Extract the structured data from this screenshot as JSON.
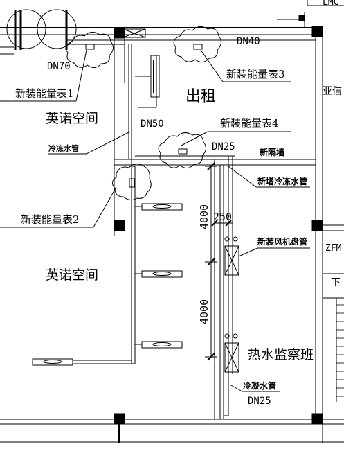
{
  "labels": {
    "lmc": "LMC",
    "dn70": "DN70",
    "dn40": "DN40",
    "dn50": "DN50",
    "dn25_top": "DN25",
    "dn25_bottom": "DN25",
    "meter1": "新装能量表1",
    "meter2": "新装能量表2",
    "meter3": "新装能量表3",
    "meter4": "新装能量表4",
    "rent": "出租",
    "yingnuo_top": "英诺空间",
    "yingnuo_bottom": "英诺空间",
    "yaxin": "亚信",
    "chilled_pipe": "冷冻水管",
    "new_partition": "新隔墙",
    "new_chilled_pipe": "新增冷冻水管",
    "new_fcu_pipe": "新装风机盘管",
    "condensate_pipe": "冷凝水管",
    "hot_water_team": "热水监察班",
    "dim_4000_top": "4000",
    "dim_4000_bottom": "4000",
    "dim_250": "250",
    "zfm": "ZFM",
    "down": "下"
  }
}
